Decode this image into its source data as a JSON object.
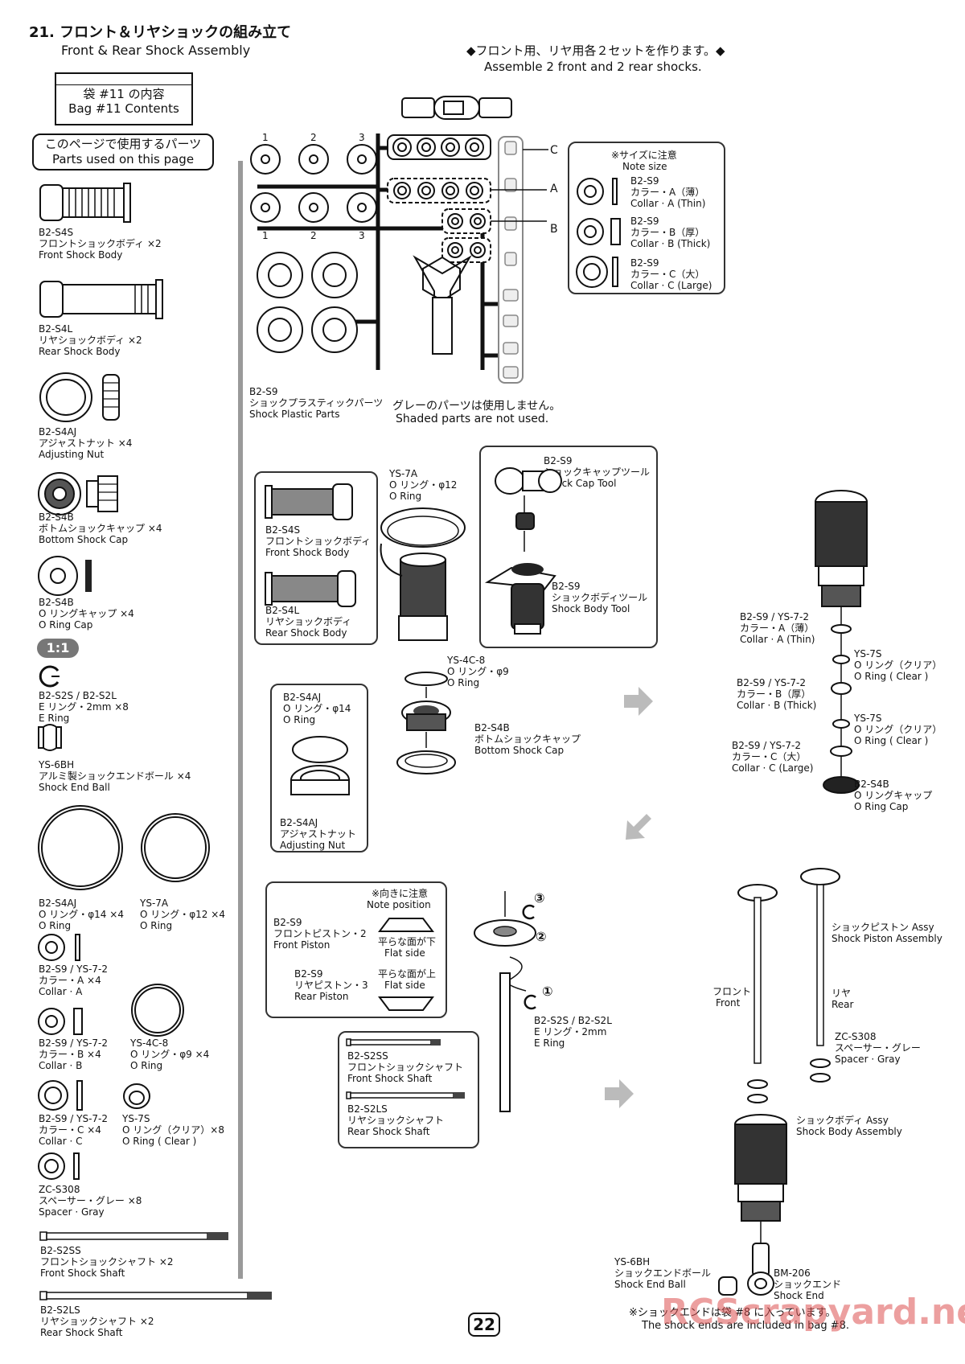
{
  "header": {
    "title_jp": "21. フロント＆リヤショックの組み立て",
    "title_en": "Front & Rear Shock  Assembly",
    "note_jp": "◆フロント用、リヤ用各２セットを作ります。◆",
    "note_en": "Assemble 2 front and 2 rear shocks."
  },
  "bag": {
    "jp": "袋 #11 の内容",
    "en": "Bag #11 Contents"
  },
  "parts_used": {
    "jp": "このページで使用するパーツ",
    "en": "Parts used on this page"
  },
  "parts_list": [
    {
      "code": "B2-S4S",
      "jp": "フロントショックボディ ×2",
      "en": "Front Shock Body"
    },
    {
      "code": "B2-S4L",
      "jp": "リヤショックボディ ×2",
      "en": "Rear Shock Body"
    },
    {
      "code": "B2-S4AJ",
      "jp": "アジャストナット ×4",
      "en": "Adjusting Nut"
    },
    {
      "code": "B2-S4B",
      "jp": "ボトムショックキャップ ×4",
      "en": "Bottom Shock Cap"
    },
    {
      "code": "B2-S4B",
      "jp": "O リングキャップ ×4",
      "en": "O Ring Cap"
    },
    {
      "code": "B2-S2S / B2-S2L",
      "jp": "E リング・2mm ×8",
      "en": "E Ring"
    },
    {
      "code": "YS-6BH",
      "jp": "アルミ製ショックエンドボール ×4",
      "en": "Shock End Ball"
    },
    {
      "code": "B2-S4AJ",
      "jp": "O リング・φ14 ×4",
      "en": "O Ring"
    },
    {
      "code": "YS-7A",
      "jp": "O リング・φ12 ×4",
      "en": "O Ring"
    },
    {
      "code": "B2-S9 / YS-7-2",
      "jp": "カラー・A ×4",
      "en": "Collar · A"
    },
    {
      "code": "B2-S9 / YS-7-2",
      "jp": "カラー・B ×4",
      "en": "Collar · B"
    },
    {
      "code": "YS-4C-8",
      "jp": "O リング・φ9 ×4",
      "en": "O Ring"
    },
    {
      "code": "B2-S9 / YS-7-2",
      "jp": "カラー・C ×4",
      "en": "Collar · C"
    },
    {
      "code": "YS-7S",
      "jp": "O リング（クリア）×8",
      "en": "O Ring ( Clear )"
    },
    {
      "code": "ZC-S308",
      "jp": "スペーサー・グレー ×8",
      "en": "Spacer · Gray"
    },
    {
      "code": "B2-S2SS",
      "jp": "フロントショックシャフト ×2",
      "en": "Front Shock Shaft"
    },
    {
      "code": "B2-S2LS",
      "jp": "リヤショックシャフト ×2",
      "en": "Rear Shock Shaft"
    }
  ],
  "scale_badge": "1:1",
  "sprue": {
    "numbers_top": [
      "1",
      "2",
      "3"
    ],
    "numbers_bottom": [
      "1",
      "2",
      "3"
    ],
    "letters": [
      "C",
      "A",
      "B"
    ],
    "code": "B2-S9",
    "jp": "ショックプラスティックパーツ",
    "en": "Shock Plastic Parts",
    "note_jp": "グレーのパーツは使用しません。",
    "note_en": "Shaded parts are not used."
  },
  "size_note": {
    "head_jp": "※サイズに注意",
    "head_en": "Note size",
    "items": [
      {
        "code": "B2-S9",
        "jp": "カラー・A（薄）",
        "en": "Collar · A (Thin)"
      },
      {
        "code": "B2-S9",
        "jp": "カラー・B（厚）",
        "en": "Collar · B  (Thick)"
      },
      {
        "code": "B2-S9",
        "jp": "カラー・C（大）",
        "en": "Collar · C (Large)"
      }
    ]
  },
  "step1": {
    "body_front": {
      "code": "B2-S4S",
      "jp": "フロントショックボディ",
      "en": "Front Shock Body"
    },
    "body_rear": {
      "code": "B2-S4L",
      "jp": "リヤショックボディ",
      "en": "Rear Shock Body"
    },
    "oring12": {
      "code": "YS-7A",
      "jp": "O リング・φ12",
      "en": "O Ring"
    },
    "cap_tool": {
      "code": "B2-S9",
      "jp": "ショックキャップツール",
      "en": "Shock Cap Tool"
    },
    "body_tool": {
      "code": "B2-S9",
      "jp": "ショックボディツール",
      "en": "Shock Body Tool"
    },
    "oring9": {
      "code": "YS-4C-8",
      "jp": "O リング・φ9",
      "en": "O Ring"
    },
    "bottom_cap": {
      "code": "B2-S4B",
      "jp": "ボトムショックキャップ",
      "en": "Bottom Shock Cap"
    },
    "adj": {
      "code": "B2-S4AJ",
      "jp": "O リング・φ14",
      "en": "O Ring"
    },
    "adj_nut": {
      "code": "B2-S4AJ",
      "jp": "アジャストナット",
      "en": "Adjusting Nut"
    }
  },
  "stack": [
    {
      "code": "B2-S9 / YS-7-2",
      "jp": "カラー・A（薄）",
      "en": "Collar · A (Thin)"
    },
    {
      "code": "YS-7S",
      "jp": "O リング（クリア）",
      "en": "O Ring ( Clear )"
    },
    {
      "code": "B2-S9 / YS-7-2",
      "jp": "カラー・B（厚）",
      "en": "Collar · B  (Thick)"
    },
    {
      "code": "YS-7S",
      "jp": "O リング（クリア）",
      "en": "O Ring ( Clear )"
    },
    {
      "code": "B2-S9 / YS-7-2",
      "jp": "カラー・C（大）",
      "en": "Collar · C (Large)"
    },
    {
      "code": "B2-S4B",
      "jp": "O リングキャップ",
      "en": "O Ring Cap"
    }
  ],
  "piston": {
    "head_jp": "※向きに注意",
    "head_en": "Note position",
    "front": {
      "code": "B2-S9",
      "jp": "フロントピストン・2",
      "en": "Front Piston",
      "side_jp": "平らな面が下",
      "side_en": "Flat side"
    },
    "rear": {
      "code": "B2-S9",
      "jp": "リヤピストン・3",
      "en": "Rear Piston",
      "side_jp": "平らな面が上",
      "side_en": "Flat side"
    },
    "steps": [
      "③",
      "②",
      "①"
    ],
    "ering": {
      "code": "B2-S2S / B2-S2L",
      "jp": "E リング・2mm",
      "en": "E Ring"
    },
    "shaft_front": {
      "code": "B2-S2SS",
      "jp": "フロントショックシャフト",
      "en": "Front Shock Shaft"
    },
    "shaft_rear": {
      "code": "B2-S2LS",
      "jp": "リヤショックシャフト",
      "en": "Rear Shock Shaft"
    }
  },
  "final": {
    "piston_assy_jp": "ショックピストン Assy",
    "piston_assy_en": "Shock Piston Assembly",
    "front_jp": "フロント",
    "front_en": "Front",
    "rear_jp": "リヤ",
    "rear_en": "Rear",
    "spacer": {
      "code": "ZC-S308",
      "jp": "スペーサー・グレー",
      "en": "Spacer · Gray"
    },
    "body_assy_jp": "ショックボディ Assy",
    "body_assy_en": "Shock Body Assembly",
    "end_ball": {
      "code": "YS-6BH",
      "jp": "ショックエンドボール",
      "en": "Shock End Ball"
    },
    "end": {
      "code": "BM-206",
      "jp": "ショックエンド",
      "en": "Shock End"
    },
    "footer_jp": "※ショックエンドは袋 #8 に入っています。",
    "footer_en": "The shock ends are included in bag #8."
  },
  "page_number": "22",
  "watermark": "RCScrapyard.net"
}
